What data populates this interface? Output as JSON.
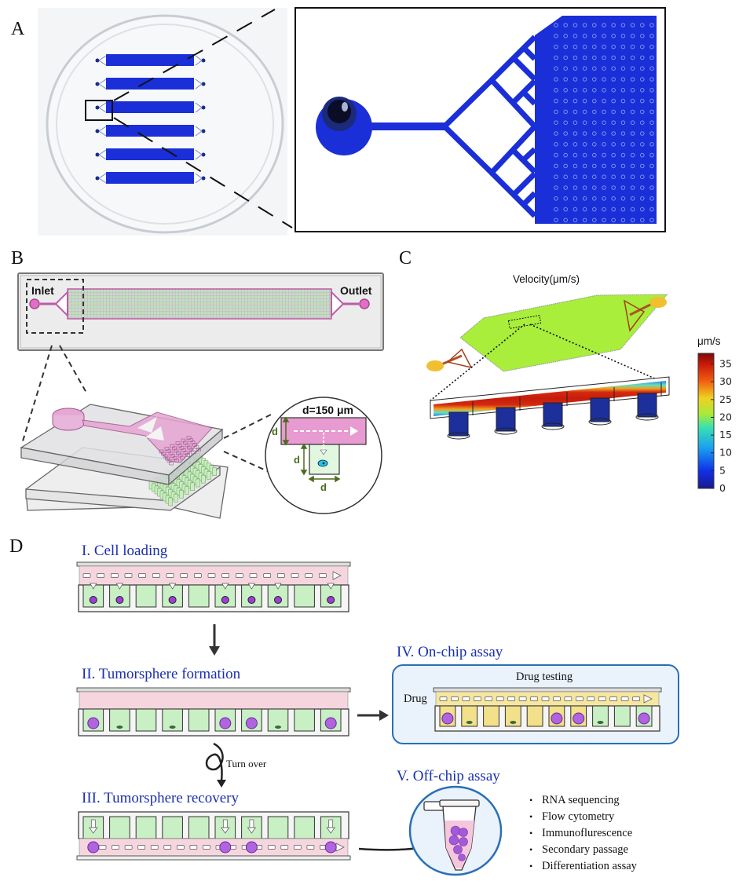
{
  "panels": {
    "A": {
      "letter": "A",
      "description": "Petri dish with six blue-dyed microfluidic chips; inset shows inlet, bifurcating channel tree and microwell array"
    },
    "B": {
      "letter": "B",
      "inlet_label": "Inlet",
      "outlet_label": "Outlet",
      "dimension_label": "d=150 μm",
      "dim_symbol": "d"
    },
    "C": {
      "letter": "C",
      "title": "Velocity(μm/s)",
      "colorbar_unit": "μm/s"
    },
    "D": {
      "letter": "D"
    }
  },
  "colors": {
    "chip_blue": "#1a2fd8",
    "channel_pink": "#e79ad0",
    "well_green": "#c9efc4",
    "stage_title_blue": "#1a2fb0",
    "cell_purple": "#9b3fd6",
    "drug_yellow": "#f2e08a",
    "assay_box_border": "#2a6fb5",
    "assay_box_fill": "#eaf2fb"
  },
  "chart_data": {
    "type": "heatmap",
    "title": "Velocity(μm/s)",
    "colorbar": {
      "label": "μm/s",
      "ticks": [
        0,
        5,
        10,
        15,
        20,
        25,
        30,
        35
      ],
      "range": [
        0,
        38
      ],
      "colormap": "jet"
    },
    "observations": {
      "main_channel_center_velocity_um_s": 35,
      "chamber_velocity_um_s": 20,
      "microwell_velocity_um_s": 0
    }
  },
  "workflow": {
    "stage1": {
      "title": "I. Cell loading"
    },
    "stage2": {
      "title": "II. Tumorsphere formation"
    },
    "stage3": {
      "title": "III. Tumorsphere recovery",
      "turn_label": "Turn over"
    },
    "stage4": {
      "title": "IV. On-chip assay",
      "box_title": "Drug testing",
      "drug_label": "Drug"
    },
    "stage5": {
      "title": "V. Off-chip assay",
      "assays": [
        "RNA sequencing",
        "Flow cytometry",
        "Immunoflurescence",
        "Secondary passage",
        "Differentiation assay"
      ]
    }
  }
}
